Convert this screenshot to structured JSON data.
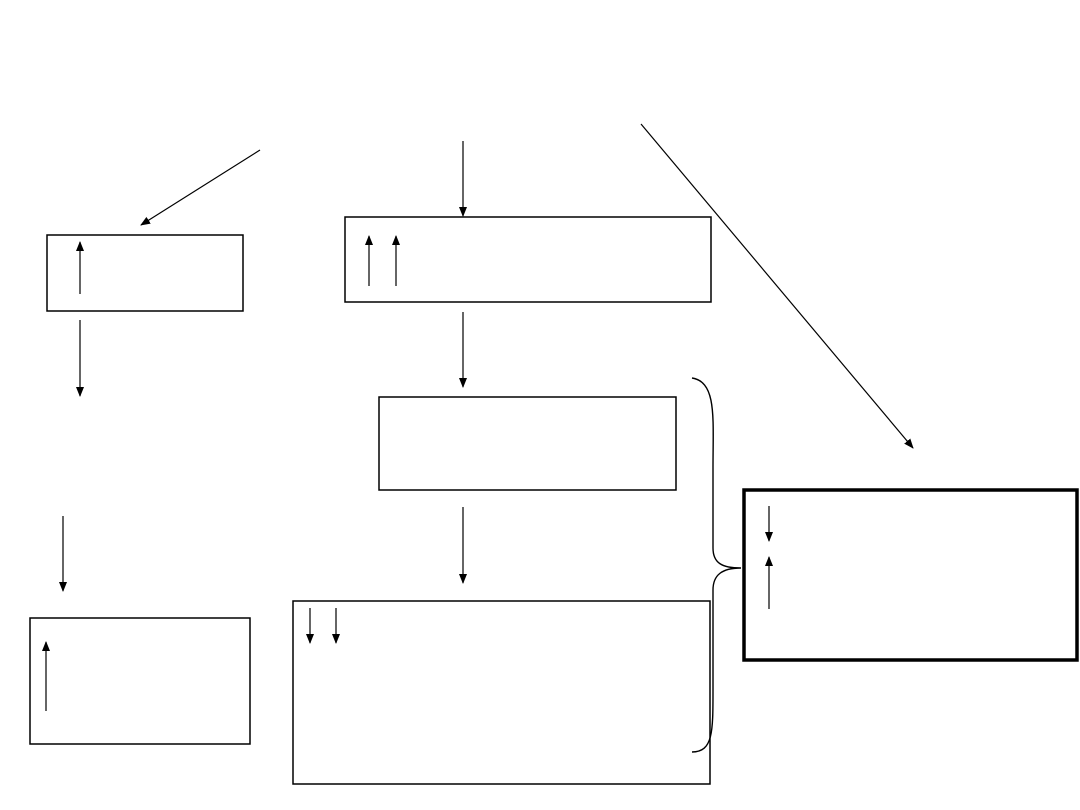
{
  "diagram": {
    "colors": {
      "stroke": "#000000",
      "background": "#ffffff"
    },
    "boxes": [
      {
        "id": "box-left-top",
        "arrows_inside": [
          "up"
        ]
      },
      {
        "id": "box-center-top",
        "arrows_inside": [
          "up",
          "up"
        ]
      },
      {
        "id": "box-center-middle",
        "arrows_inside": []
      },
      {
        "id": "box-left-bottom",
        "arrows_inside": [
          "up"
        ]
      },
      {
        "id": "box-center-bottom",
        "arrows_inside": [
          "down",
          "down"
        ]
      },
      {
        "id": "box-right-bold",
        "arrows_inside": [
          "down",
          "up"
        ],
        "bold": true
      }
    ],
    "connectors": [
      {
        "from": "top-left-origin",
        "to": "box-left-top"
      },
      {
        "from": "top-center-origin",
        "to": "box-center-top"
      },
      {
        "from": "top-right-origin",
        "to": "box-right-bold"
      },
      {
        "from": "box-center-top",
        "to": "box-center-middle"
      },
      {
        "from": "box-center-middle",
        "to": "box-center-bottom"
      },
      {
        "from": "box-left-top",
        "to": "left-gap"
      },
      {
        "from": "left-gap",
        "to": "box-left-bottom"
      }
    ],
    "brace": {
      "groups": [
        "box-center-middle",
        "box-center-bottom"
      ],
      "points_to": "box-right-bold"
    }
  }
}
